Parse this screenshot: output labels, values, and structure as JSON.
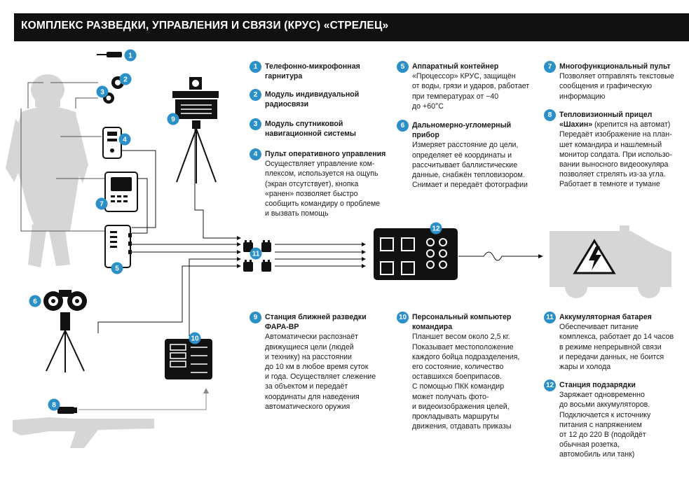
{
  "header": {
    "title": "КОМПЛЕКС РАЗВЕДКИ, УПРАВЛЕНИЯ И СВЯЗИ (КРУС) «СТРЕЛЕЦ»"
  },
  "colors": {
    "accent": "#2b8fc8",
    "dark": "#111111",
    "silhouette": "#d6d6d6",
    "line": "#222222"
  },
  "markers": [
    "1",
    "2",
    "3",
    "4",
    "5",
    "6",
    "7",
    "8",
    "9",
    "10",
    "11",
    "12"
  ],
  "items": [
    {
      "num": "1",
      "title": "Телефонно-микрофонная гарнитура",
      "desc": ""
    },
    {
      "num": "2",
      "title": "Модуль индивидуальной радиосвязи",
      "desc": ""
    },
    {
      "num": "3",
      "title": "Модуль спутниковой навигационной системы",
      "desc": ""
    },
    {
      "num": "4",
      "title": "Пульт оперативного управления",
      "desc": "Осуществляет управление ком-\nплексом, используется на ощупь\n(экран отсутствует), кнопка\n«ранен» позволяет быстро\nсообщить командиру о проблеме\nи вызвать помощь"
    },
    {
      "num": "5",
      "title": "Аппаратный контейнер",
      "desc": "«Процессор» КРУС, защищён\nот воды, грязи и ударов, работает\nпри температурах от −40\nдо +60°С"
    },
    {
      "num": "6",
      "title": "Дальномерно-угломерный\nприбор",
      "desc": "Измеряет расстояние до цели,\nопределяет её координаты и\nрассчитывает баллистические\nданные, снабжён тепловизором.\nСнимает и передаёт фотографии"
    },
    {
      "num": "7",
      "title": "Многофункциональный пульт",
      "desc": "Позволяет отправлять текстовые\nсообщения и графическую\nинформацию"
    },
    {
      "num": "8",
      "title": "Тепловизионный прицел\n«Шахин»",
      "title_tail": " (крепится на автомат)",
      "desc": "Передаёт изображение на план-\nшет командира и нашлемный\nмонитор солдата. При использо-\nвании выносного видеоокуляра\nпозволяет стрелять из-за угла.\nРаботает в темноте и тумане"
    },
    {
      "num": "9",
      "title": "Станция ближней разведки\nФАРА-ВР",
      "desc": "Автоматически распознаёт\nдвижущиеся цели (людей\nи технику) на расстоянии\nдо 10 км в любое время суток\nи года. Осуществляет слежение\nза объектом и передаёт\nкоординаты для наведения\nавтоматического оружия"
    },
    {
      "num": "10",
      "title": "Персональный компьютер\nкомандира",
      "desc": "Планшет весом около 2,5 кг.\nПоказывает местоположение\nкаждого бойца подразделения,\nего состояние, количество\nоставшихся боеприпасов.\nС помощью ПКК командир\nможет получать фото-\nи видеоизображения целей,\nпрокладывать маршруты\nдвижения, отдавать приказы"
    },
    {
      "num": "11",
      "title": "Аккумуляторная батарея",
      "desc": "Обеспечивает питание\nкомплекса, работает до 14 часов\nв режиме непрерывной связи\nи передачи данных, не боится\nжары и холода"
    },
    {
      "num": "12",
      "title": "Станция подзарядки",
      "desc": "Заряжает одновременно\nдо восьми аккумуляторов.\nПодключается к источнику\nпитания с напряжением\nот 12 до 220 В (подойдёт\nобычная розетка,\nавтомобиль или танк)"
    }
  ]
}
